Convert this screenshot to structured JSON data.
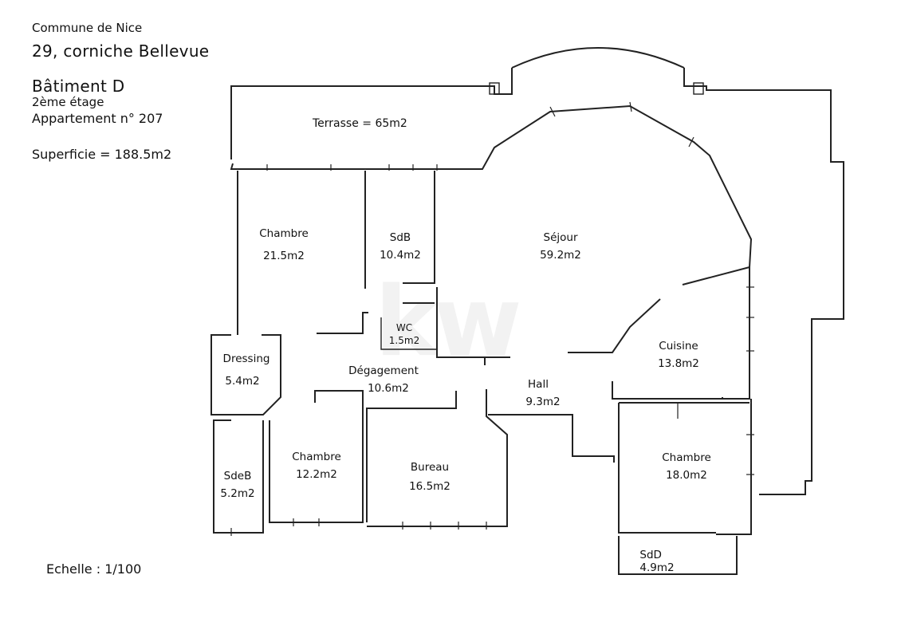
{
  "header": {
    "commune": "Commune de Nice",
    "address": "29, corniche Bellevue",
    "building": "Bâtiment D",
    "floor": "2ème étage",
    "apartment": "Appartement n° 207",
    "surface": "Superficie = 188.5m2"
  },
  "scale": "Echelle : 1/100",
  "watermark": "kw",
  "rooms": {
    "terrasse": "Terrasse = 65m2",
    "chambre1": {
      "name": "Chambre",
      "area": "21.5m2"
    },
    "sdb": {
      "name": "SdB",
      "area": "10.4m2"
    },
    "sejour": {
      "name": "Séjour",
      "area": "59.2m2"
    },
    "wc": {
      "name": "WC",
      "area": "1.5m2"
    },
    "dressing": {
      "name": "Dressing",
      "area": "5.4m2"
    },
    "degagement": {
      "name": "Dégagement",
      "area": "10.6m2"
    },
    "cuisine": {
      "name": "Cuisine",
      "area": "13.8m2"
    },
    "hall": {
      "name": "Hall",
      "area": "9.3m2"
    },
    "sdeb": {
      "name": "SdeB",
      "area": "5.2m2"
    },
    "chambre2": {
      "name": "Chambre",
      "area": "12.2m2"
    },
    "bureau": {
      "name": "Bureau",
      "area": "16.5m2"
    },
    "chambre3": {
      "name": "Chambre",
      "area": "18.0m2"
    },
    "sdd": {
      "name": "SdD",
      "area": "4.9m2"
    }
  }
}
